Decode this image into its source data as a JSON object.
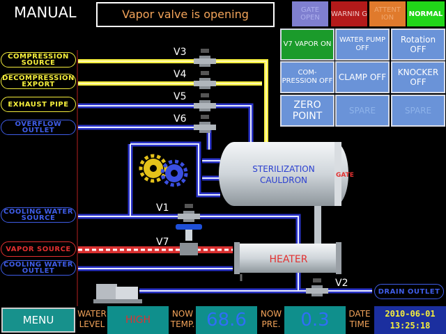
{
  "header": {
    "mode": "MANUAL",
    "message": "Vapor valve is opening",
    "status": {
      "gate_open": "GATE OPEN",
      "warning": "WARNIN G",
      "attention": "ATTENT ION",
      "normal": "NORMAL"
    }
  },
  "controls": [
    {
      "label": "V7 VAPOR ON",
      "state": "on"
    },
    {
      "label": "WATER PUMP OFF",
      "state": "off"
    },
    {
      "label": "Rotation OFF",
      "state": "off"
    },
    {
      "label": "COM- PRESSION OFF",
      "state": "off"
    },
    {
      "label": "CLAMP OFF",
      "state": "off"
    },
    {
      "label": "KNOCKER OFF",
      "state": "off"
    },
    {
      "label": "ZERO POINT",
      "state": "off"
    },
    {
      "label": "SPARE",
      "state": "spare"
    },
    {
      "label": "SPARE",
      "state": "spare"
    }
  ],
  "ports": {
    "compression": "COMPRESSION SOURCE",
    "decompression": "DECOMPRESSION EXPORT",
    "exhaust": "EXHAUST PIPE",
    "overflow": "OVERFLOW OUTLET",
    "cooling_source": "COOLING WATER SOURCE",
    "vapor_source": "VAPOR SOURCE",
    "cooling_outlet": "COOLING WATER OUTLET",
    "drain": "DRAIN OUTLET"
  },
  "valves": {
    "v1": "V1",
    "v2": "V2",
    "v3": "V3",
    "v4": "V4",
    "v5": "V5",
    "v6": "V6",
    "v7": "V7"
  },
  "vessels": {
    "cauldron": "STERILIZATION CAULDRON",
    "gate": "GATE",
    "heater": "HEATER"
  },
  "footer": {
    "menu": "MENU",
    "water_level_label": "WATER LEVEL",
    "water_level": "HIGH",
    "temp_label": "NOW TEMP.",
    "temp": "68.6",
    "pre_label": "NOW PRE.",
    "pressure": "0.3",
    "datetime_label": "DATE TIME",
    "date": "2010-06-01",
    "time": "13:25:18"
  },
  "colors": {
    "yellow_pipe": "#f6ef3c",
    "blue_pipe": "#2a33c9",
    "vapor_pipe": "#d83030",
    "normal": "#21d619",
    "warning": "#b31a1a"
  }
}
